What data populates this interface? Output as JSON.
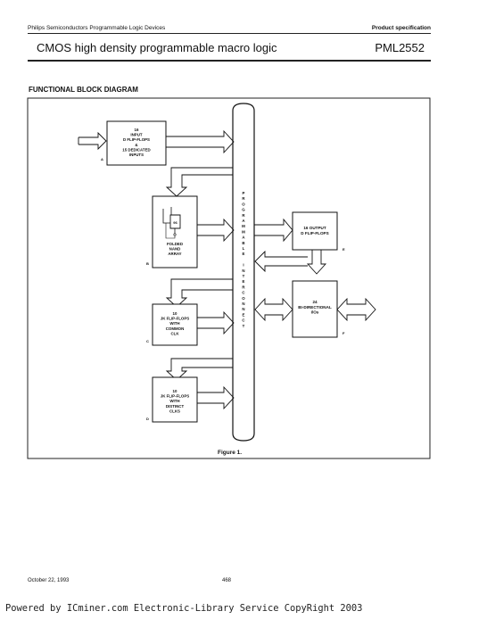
{
  "header": {
    "left": "Philips Semiconductors Programmable Logic Devices",
    "right": "Product specification"
  },
  "title": {
    "description": "CMOS high density programmable macro logic",
    "part": "PML2552"
  },
  "section_heading": "FUNCTIONAL BLOCK DIAGRAM",
  "diagram": {
    "blocks": {
      "input": [
        "16",
        "INPUT",
        "D FLIP-FLOPS",
        "&",
        "15 DEDICATED",
        "INPUTS"
      ],
      "nand": [
        "FOLDED",
        "NAND",
        "ARRAY"
      ],
      "nand_gate": "96",
      "jk_common": [
        "10",
        "JK FLIP-FLOPS",
        "WITH",
        "COMMON",
        "CLK"
      ],
      "jk_distinct": [
        "10",
        "JK FLIP-FLOPS",
        "WITH",
        "DISTINCT",
        "CLKS"
      ],
      "output": [
        "16 OUTPUT",
        "D FLIP-FLOPS"
      ],
      "bidir": [
        "24",
        "BI-DIRECTIONAL",
        "I/Os"
      ]
    },
    "block_letters": {
      "a": "A",
      "b": "B",
      "c": "C",
      "d": "D",
      "e": "E",
      "f": "F"
    },
    "interconnect": [
      "P",
      "R",
      "O",
      "G",
      "R",
      "A",
      "M",
      "M",
      "A",
      "B",
      "L",
      "E",
      "",
      "I",
      "N",
      "T",
      "E",
      "R",
      "C",
      "O",
      "N",
      "N",
      "E",
      "C",
      "T"
    ]
  },
  "figure_caption": "Figure 1.",
  "footer": {
    "date": "October 22, 1993",
    "page": "468",
    "powered": "Powered by ICminer.com Electronic-Library Service CopyRight 2003"
  }
}
